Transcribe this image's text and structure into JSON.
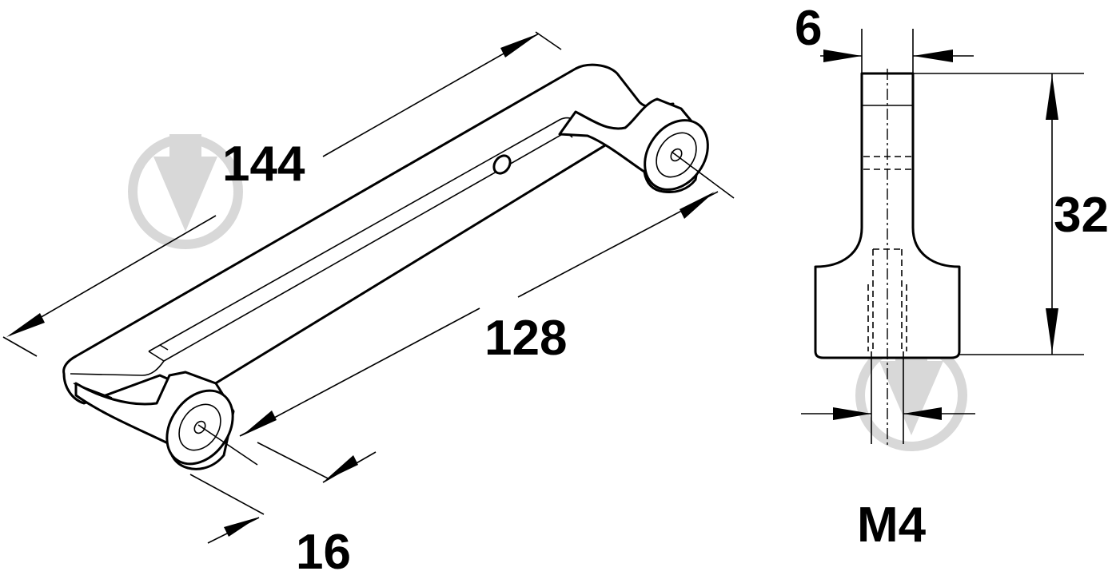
{
  "dimensions": {
    "overall_length": "144",
    "hole_spacing": "128",
    "base_width": "16",
    "bar_width": "6",
    "height": "32",
    "thread": "M4"
  },
  "colors": {
    "line": "#000000",
    "background": "#ffffff",
    "watermark": "#d8d8d8"
  },
  "watermark_icon": "drop-in-circle-logo"
}
